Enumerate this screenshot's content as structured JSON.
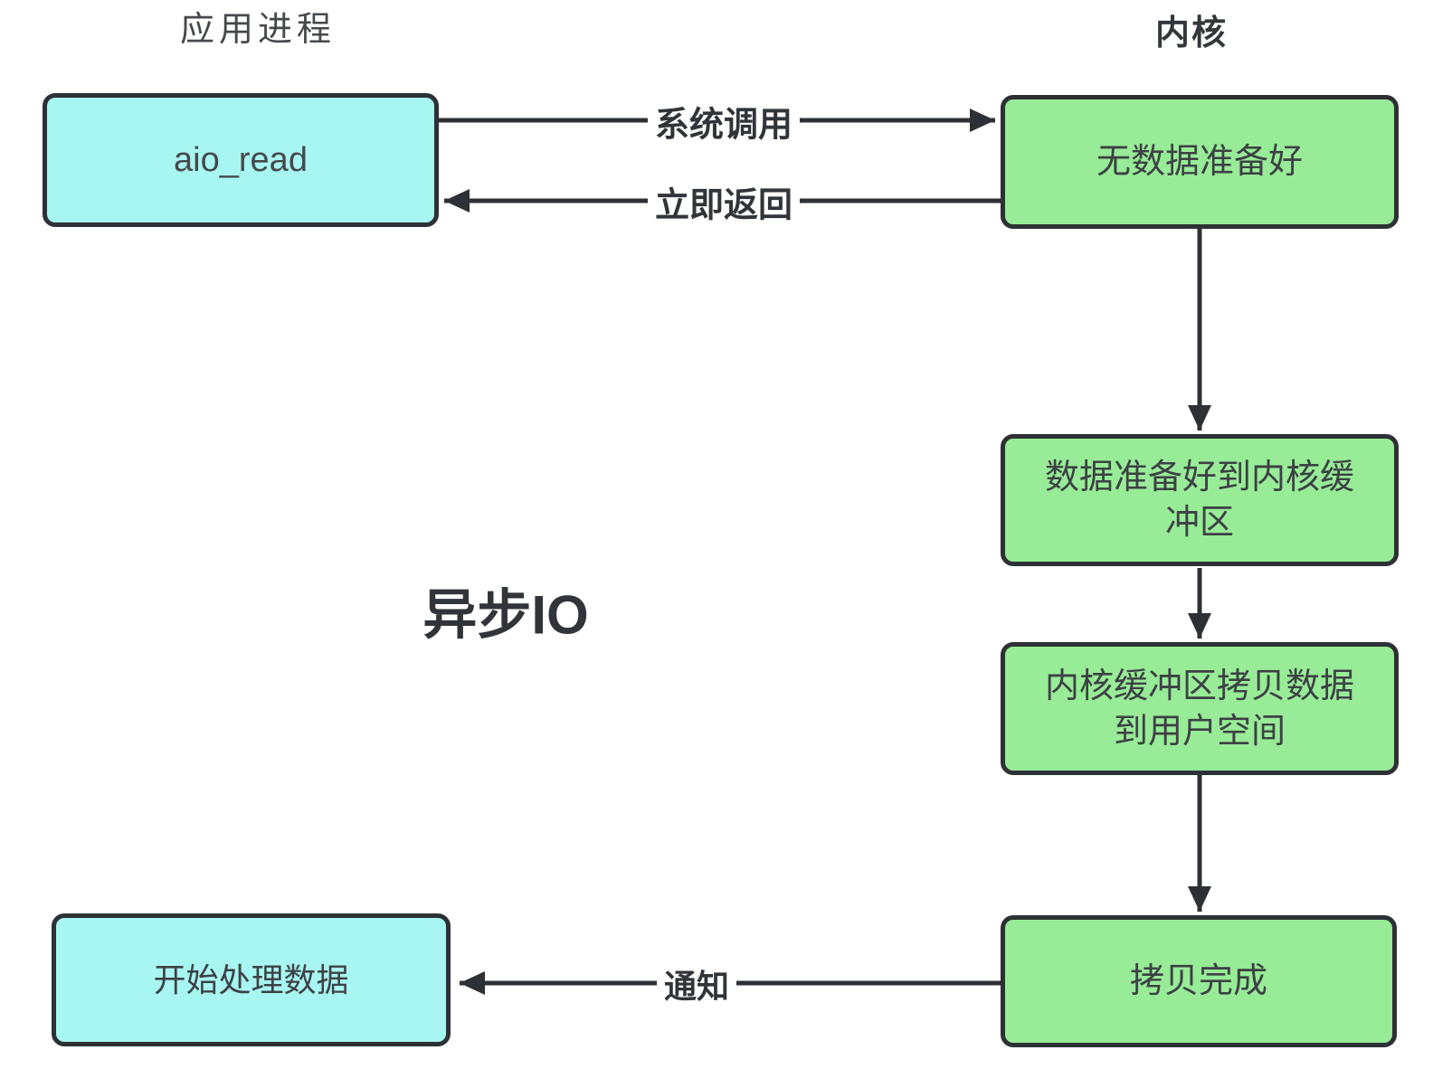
{
  "diagram": {
    "title": "异步IO",
    "headers": {
      "left": "应用进程",
      "right": "内核"
    },
    "nodes": [
      {
        "id": "aio-read",
        "label": "aio_read",
        "column": "application-process",
        "color": "#a8f6f1"
      },
      {
        "id": "no-data-ready",
        "label": "无数据准备好",
        "column": "kernel",
        "color": "#98ec97"
      },
      {
        "id": "data-ready-to-kernel-buffer",
        "label": "数据准备好到内核缓冲区",
        "column": "kernel",
        "color": "#98ec97"
      },
      {
        "id": "kernel-buffer-copy-to-user-space",
        "label": "内核缓冲区拷贝数据到用户空间",
        "column": "kernel",
        "color": "#98ec97"
      },
      {
        "id": "copy-complete",
        "label": "拷贝完成",
        "column": "kernel",
        "color": "#98ec97"
      },
      {
        "id": "start-processing-data",
        "label": "开始处理数据",
        "column": "application-process",
        "color": "#a8f6f1"
      }
    ],
    "edges": [
      {
        "id": "system-call",
        "label": "系统调用",
        "from": "aio-read",
        "to": "no-data-ready"
      },
      {
        "id": "immediate-return",
        "label": "立即返回",
        "from": "no-data-ready",
        "to": "aio-read"
      },
      {
        "id": "notify",
        "label": "通知",
        "from": "copy-complete",
        "to": "start-processing-data"
      }
    ],
    "colors": {
      "process_box_fill": "#a8f6f1",
      "kernel_box_fill": "#98ec97",
      "border_and_arrow": "#2d3135",
      "label_text": "#313539",
      "box_text": "#3d4145",
      "background": "#ffffff"
    }
  }
}
